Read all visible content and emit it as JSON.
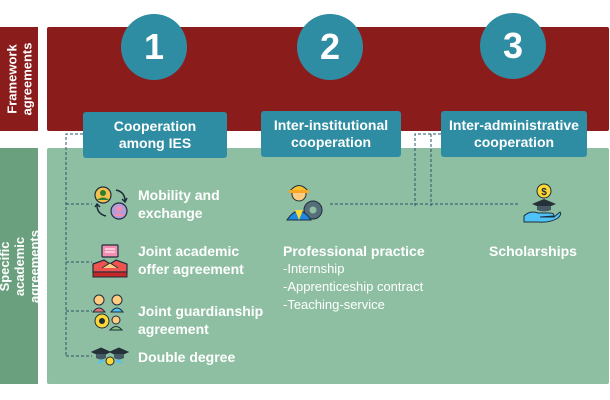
{
  "side_labels": {
    "framework": "Framework agreements",
    "specific": "Specific academic agreements"
  },
  "numbers": [
    "1",
    "2",
    "3"
  ],
  "categories": [
    {
      "label": "Cooperation among IES"
    },
    {
      "label": "Inter-institutional cooperation"
    },
    {
      "label": "Inter-administrative cooperation"
    }
  ],
  "items": {
    "mobility": "Mobility and exchange",
    "joint_offer": "Joint academic offer agreement",
    "joint_guardianship": "Joint guardianship agreement",
    "double_degree": "Double degree",
    "professional_practice": "Professional practice",
    "scholarships": "Scholarships"
  },
  "practice_subitems": [
    "-Internship",
    "-Apprenticeship contract",
    "-Teaching-service"
  ],
  "colors": {
    "framework": "#8b1c1c",
    "specific_panel": "#8fbfa3",
    "specific_label": "#6aa07e",
    "accent": "#2f8da3"
  },
  "icons": [
    "exchange-people-icon",
    "handshake-icon",
    "guardianship-icon",
    "graduation-caps-icon",
    "worker-gear-icon",
    "scholarship-coin-hand-icon"
  ]
}
